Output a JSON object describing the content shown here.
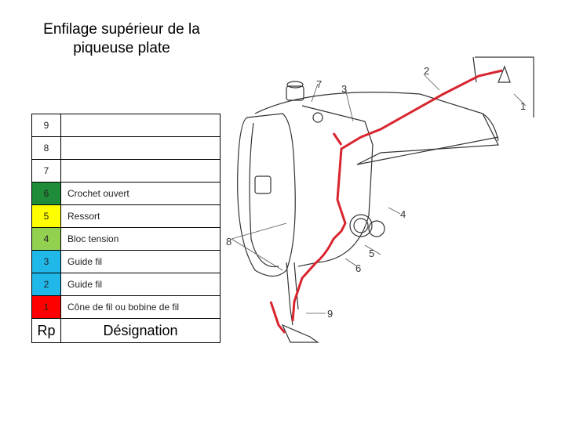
{
  "title": "Enfilage supérieur de la piqueuse plate",
  "legend": {
    "header": {
      "rp": "Rp",
      "designation": "Désignation"
    },
    "rows": [
      {
        "rp": "9",
        "designation": "",
        "color": "#ffffff"
      },
      {
        "rp": "8",
        "designation": "",
        "color": "#ffffff"
      },
      {
        "rp": "7",
        "designation": "",
        "color": "#ffffff"
      },
      {
        "rp": "6",
        "designation": "Crochet ouvert",
        "color": "#1f8c3a"
      },
      {
        "rp": "5",
        "designation": "Ressort",
        "color": "#ffff00"
      },
      {
        "rp": "4",
        "designation": "Bloc tension",
        "color": "#92d050"
      },
      {
        "rp": "3",
        "designation": "Guide fil",
        "color": "#1fb8e8"
      },
      {
        "rp": "2",
        "designation": "Guide fil",
        "color": "#1fb8e8"
      },
      {
        "rp": "1",
        "designation": "Cône de fil ou bobine de fil",
        "color": "#ff0000"
      }
    ]
  },
  "diagram": {
    "callouts": [
      "1",
      "2",
      "3",
      "4",
      "5",
      "6",
      "7",
      "8",
      "9"
    ],
    "thread_color": "#d8252f"
  }
}
